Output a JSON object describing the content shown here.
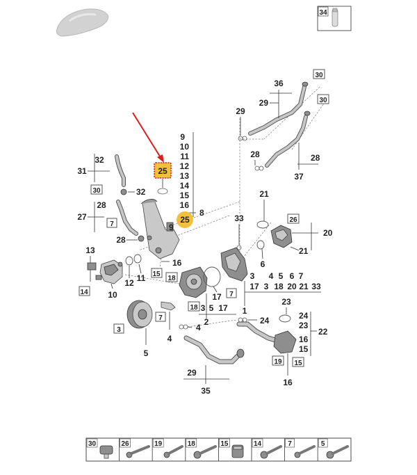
{
  "diagram": {
    "callouts": [
      {
        "id": "c9",
        "text": "9"
      },
      {
        "id": "c10",
        "text": "10"
      },
      {
        "id": "c11",
        "text": "11"
      },
      {
        "id": "c12",
        "text": "12"
      },
      {
        "id": "c13",
        "text": "13"
      },
      {
        "id": "c14",
        "text": "14"
      },
      {
        "id": "c15",
        "text": "15"
      },
      {
        "id": "c16",
        "text": "16"
      },
      {
        "id": "c8",
        "text": "8"
      },
      {
        "id": "c25a",
        "text": "25"
      },
      {
        "id": "c25b",
        "text": "25"
      },
      {
        "id": "c9b",
        "text": "9"
      },
      {
        "id": "c29a",
        "text": "29"
      },
      {
        "id": "c36",
        "text": "36"
      },
      {
        "id": "c29b",
        "text": "29"
      },
      {
        "id": "c30a",
        "text": "30"
      },
      {
        "id": "c30b",
        "text": "30"
      },
      {
        "id": "c28a",
        "text": "28"
      },
      {
        "id": "c28b",
        "text": "28"
      },
      {
        "id": "c37",
        "text": "37"
      },
      {
        "id": "c32a",
        "text": "32"
      },
      {
        "id": "c31",
        "text": "31"
      },
      {
        "id": "c30c",
        "text": "30"
      },
      {
        "id": "c32b",
        "text": "32"
      },
      {
        "id": "c27",
        "text": "27"
      },
      {
        "id": "c28c",
        "text": "28"
      },
      {
        "id": "c7a",
        "text": "7"
      },
      {
        "id": "c28d",
        "text": "28"
      },
      {
        "id": "c33",
        "text": "33"
      },
      {
        "id": "c21a",
        "text": "21"
      },
      {
        "id": "c26",
        "text": "26"
      },
      {
        "id": "c20",
        "text": "20"
      },
      {
        "id": "c21b",
        "text": "21"
      },
      {
        "id": "c6",
        "text": "6"
      },
      {
        "id": "c13b",
        "text": "13"
      },
      {
        "id": "c14b",
        "text": "14"
      },
      {
        "id": "c12b",
        "text": "12"
      },
      {
        "id": "c11b",
        "text": "11"
      },
      {
        "id": "c10b",
        "text": "10"
      },
      {
        "id": "c16b",
        "text": "16"
      },
      {
        "id": "c15b",
        "text": "15"
      },
      {
        "id": "c18a",
        "text": "18"
      },
      {
        "id": "c18b",
        "text": "18"
      },
      {
        "id": "c17",
        "text": "17"
      },
      {
        "id": "c3a",
        "text": "3"
      },
      {
        "id": "c5a",
        "text": "5"
      },
      {
        "id": "c17b",
        "text": "17"
      },
      {
        "id": "c7b",
        "text": "7"
      },
      {
        "id": "c2",
        "text": "2"
      },
      {
        "id": "c3b",
        "text": "3"
      },
      {
        "id": "c5b",
        "text": "5"
      },
      {
        "id": "c1",
        "text": "1"
      },
      {
        "id": "c4a",
        "text": "4"
      },
      {
        "id": "c7c",
        "text": "7"
      },
      {
        "id": "c4b",
        "text": "4"
      },
      {
        "id": "c29c",
        "text": "29"
      },
      {
        "id": "c35",
        "text": "35"
      },
      {
        "id": "c24a",
        "text": "24"
      },
      {
        "id": "c23a",
        "text": "23"
      },
      {
        "id": "c24b",
        "text": "24"
      },
      {
        "id": "c23b",
        "text": "23"
      },
      {
        "id": "c22",
        "text": "22"
      },
      {
        "id": "c16c",
        "text": "16"
      },
      {
        "id": "c15c",
        "text": "15"
      },
      {
        "id": "c19",
        "text": "19"
      },
      {
        "id": "c15d",
        "text": "15"
      },
      {
        "id": "c16d",
        "text": "16"
      },
      {
        "id": "c34",
        "text": "34"
      }
    ],
    "row_3_4_5": [
      "3",
      "4",
      "5",
      "6",
      "7"
    ],
    "row_17_18": [
      "17",
      "3",
      "18",
      "20",
      "21",
      "33"
    ],
    "legend": [
      "30",
      "26",
      "19",
      "18",
      "15",
      "14",
      "7",
      "5"
    ]
  }
}
